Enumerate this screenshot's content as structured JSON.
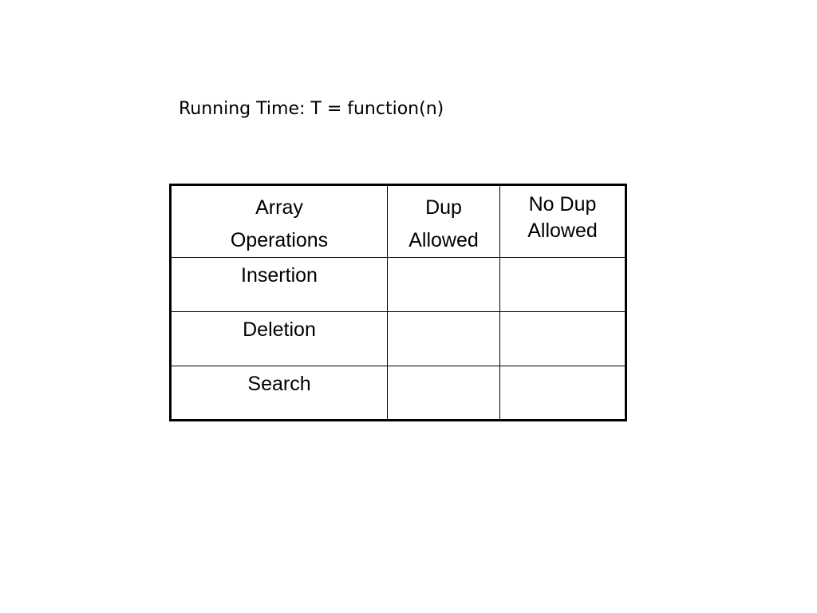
{
  "slide": {
    "title": "Running Time: T = function(n)"
  },
  "table": {
    "headers": [
      {
        "line1": "Array",
        "line2": "Operations"
      },
      {
        "line1": "Dup",
        "line2": "Allowed"
      },
      {
        "line1": "No Dup",
        "line2": "Allowed"
      }
    ],
    "rows": [
      {
        "operation": "Insertion",
        "dup_allowed": "",
        "no_dup_allowed": ""
      },
      {
        "operation": "Deletion",
        "dup_allowed": "",
        "no_dup_allowed": ""
      },
      {
        "operation": "Search",
        "dup_allowed": "",
        "no_dup_allowed": ""
      }
    ]
  }
}
